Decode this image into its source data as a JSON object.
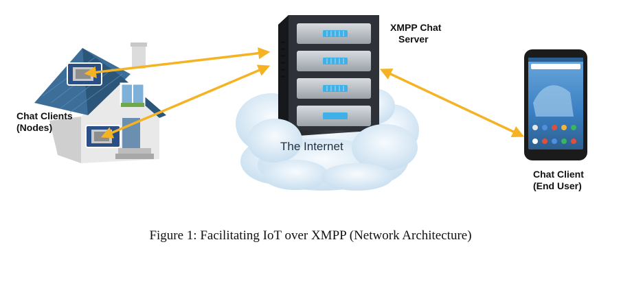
{
  "labels": {
    "chat_clients_line1": "Chat Clients",
    "chat_clients_line2": "(Nodes)",
    "server_line1": "XMPP Chat",
    "server_line2": "Server",
    "internet": "The Internet",
    "end_user_line1": "Chat Client",
    "end_user_line2": "(End User)"
  },
  "caption": "Figure 1: Facilitating IoT over XMPP (Network Architecture)",
  "colors": {
    "arrow": "#f5b324",
    "cloud": "#dcecf7",
    "server_body": "#2b2f33",
    "server_led": "#3fb0e8",
    "roof": "#3d6e99",
    "house_wall": "#e7e7e7",
    "phone_body": "#1b1b1b",
    "phone_screen": "#4d94d4"
  },
  "icons": [
    "house-icon",
    "server-rack-icon",
    "cloud-icon",
    "smartphone-icon",
    "iot-board-icon"
  ]
}
